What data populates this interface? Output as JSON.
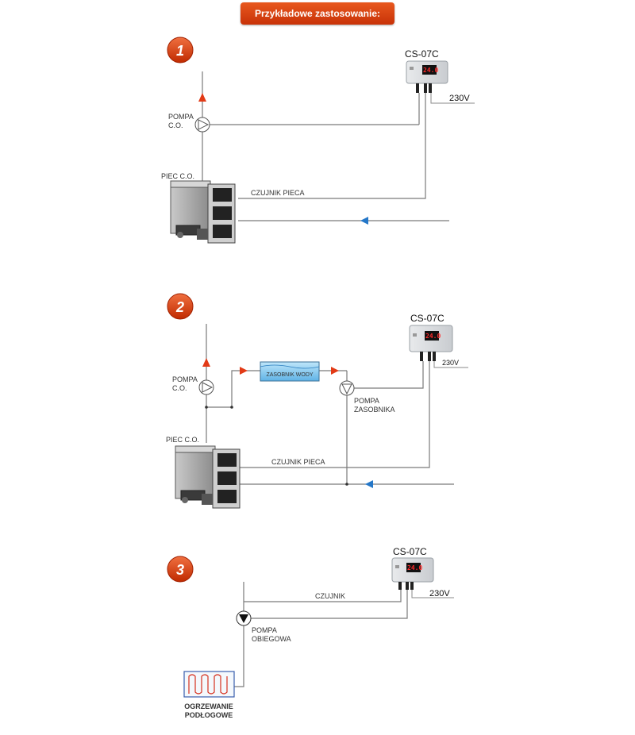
{
  "header": {
    "title": "Przykładowe zastosowanie:"
  },
  "colors": {
    "accent": "#d9400e",
    "hot_arrow": "#e23a16",
    "cold_arrow": "#2477c8",
    "tank_water": "#7cc6ee"
  },
  "diagrams": [
    {
      "number": "1",
      "controller": {
        "model": "CS-07C",
        "display": "24.0",
        "power": "230V"
      },
      "labels": {
        "pump_line1": "POMPA",
        "pump_line2": "C.O.",
        "boiler": "PIEC C.O.",
        "sensor": "CZUJNIK PIECA"
      }
    },
    {
      "number": "2",
      "controller": {
        "model": "CS-07C",
        "display": "24.0",
        "power": "230V"
      },
      "labels": {
        "pump_line1": "POMPA",
        "pump_line2": "C.O.",
        "boiler": "PIEC C.O.",
        "sensor": "CZUJNIK PIECA",
        "tank": "ZASOBNIK WODY",
        "tank_pump_line1": "POMPA",
        "tank_pump_line2": "ZASOBNIKA"
      }
    },
    {
      "number": "3",
      "controller": {
        "model": "CS-07C",
        "display": "24.0",
        "power": "230V"
      },
      "labels": {
        "sensor": "CZUJNIK",
        "pump_line1": "POMPA",
        "pump_line2": "OBIEGOWA",
        "floor_line1": "OGRZEWANIE",
        "floor_line2": "PODŁOGOWE"
      }
    }
  ]
}
